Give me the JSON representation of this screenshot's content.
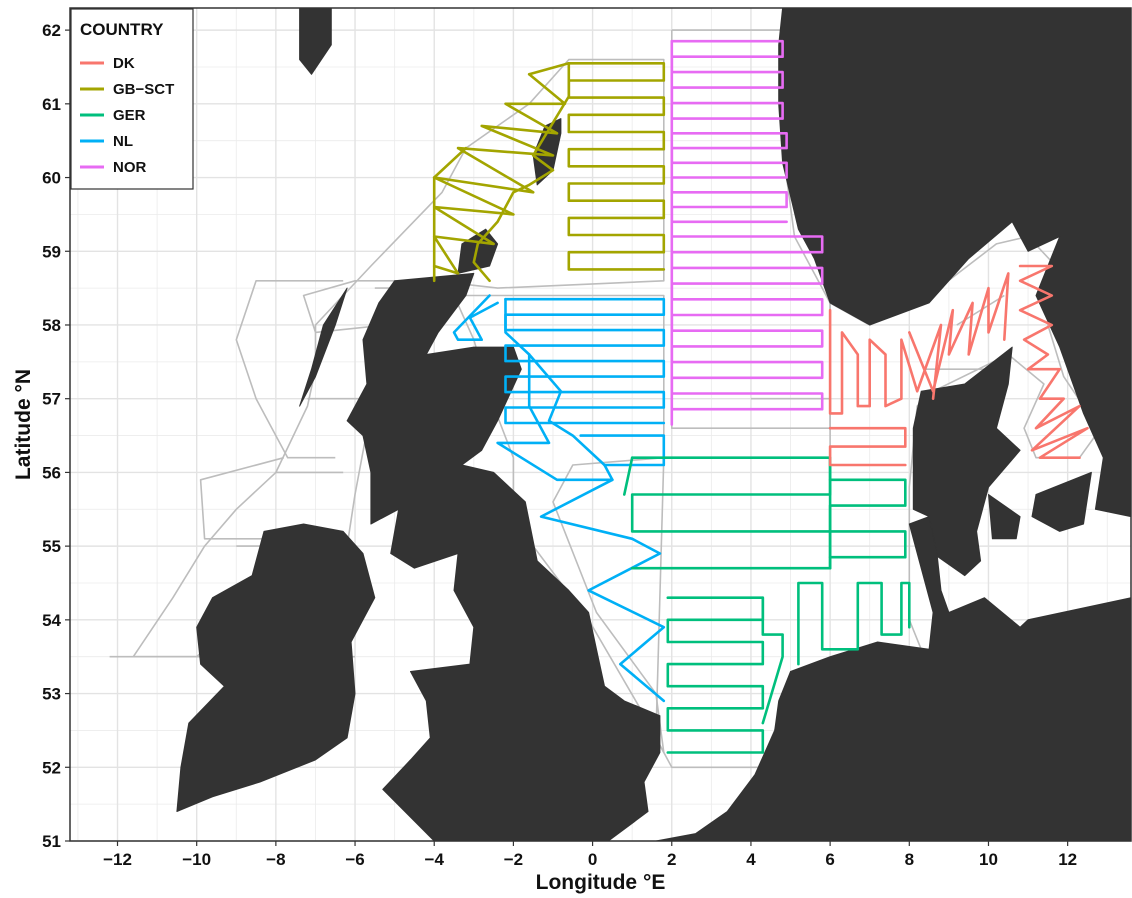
{
  "chart_data": {
    "type": "map",
    "xlabel": "Longitude °E",
    "ylabel": "Latitude °N",
    "xlim": [
      -13.2,
      13.6
    ],
    "ylim": [
      51,
      62.3
    ],
    "x_ticks": [
      -12,
      -10,
      -8,
      -6,
      -4,
      -2,
      0,
      2,
      4,
      6,
      8,
      10,
      12
    ],
    "y_ticks": [
      51,
      52,
      53,
      54,
      55,
      56,
      57,
      58,
      59,
      60,
      61,
      62
    ],
    "grid": true,
    "legend": {
      "title": "COUNTRY",
      "position": "top-left",
      "entries": [
        {
          "name": "DK",
          "color": "#F8766D"
        },
        {
          "name": "GB−SCT",
          "color": "#A3A500"
        },
        {
          "name": "GER",
          "color": "#00BF7D"
        },
        {
          "name": "NL",
          "color": "#00B0F6"
        },
        {
          "name": "NOR",
          "color": "#E76BF3"
        }
      ]
    },
    "colors": {
      "land": "#333333",
      "boundary": "#bdbdbd",
      "grid": "#ebebeb",
      "background": "#ffffff"
    },
    "regions": [
      {
        "country": "GB−SCT",
        "lon": [
          -4,
          1.8
        ],
        "lat": [
          58.6,
          61.6
        ]
      },
      {
        "country": "NL",
        "lon": [
          -3.5,
          1.8
        ],
        "lat": [
          52.9,
          58.4
        ]
      },
      {
        "country": "NOR",
        "lon": [
          2,
          6
        ],
        "lat": [
          56.6,
          61.9
        ]
      },
      {
        "country": "GER",
        "lon": [
          1.8,
          8
        ],
        "lat": [
          52.2,
          56.2
        ]
      },
      {
        "country": "DK",
        "lon": [
          6,
          12.5
        ],
        "lat": [
          56.1,
          58.8
        ]
      }
    ]
  }
}
